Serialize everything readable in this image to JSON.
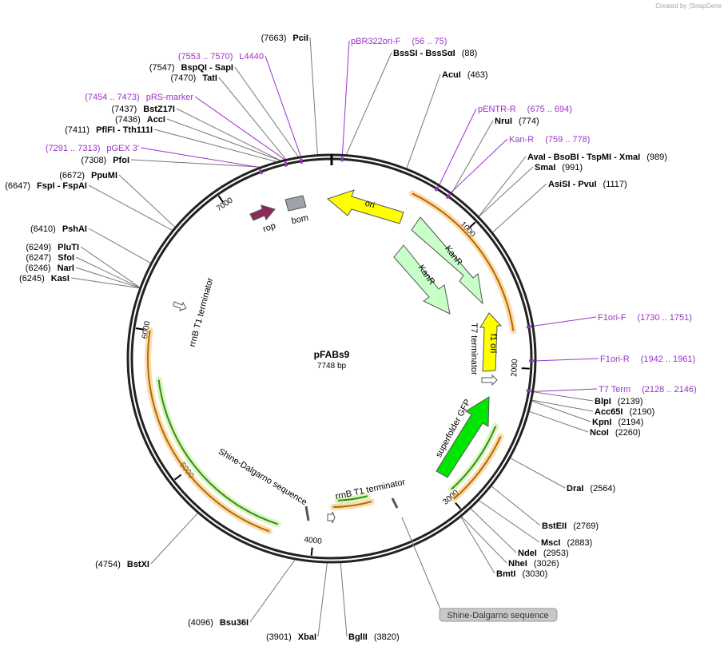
{
  "app": {
    "credit_prefix": "Created by",
    "credit_brand": "SnapGene"
  },
  "plasmid": {
    "name": "pFABs9",
    "size_label": "7748 bp",
    "length": 7748
  },
  "ticks": [
    1000,
    2000,
    3000,
    4000,
    5000,
    6000,
    7000
  ],
  "colors": {
    "backbone": "#222222",
    "primer": "#9b32c8",
    "ori": "#ffff00",
    "kanr": "#c8ffc8",
    "gfp": "#00e600",
    "rop": "#8b2b5c",
    "bom": "#a0a4a8",
    "orange_feature": "#f5a623",
    "green_feature": "#8cd35a"
  },
  "sites": [
    {
      "name": "PciI",
      "pos": "(7663)"
    },
    {
      "name": "BssSI  -  BssSαI",
      "pos": "(88)"
    },
    {
      "name": "AcuI",
      "pos": "(463)"
    },
    {
      "name": "NruI",
      "pos": "(774)"
    },
    {
      "name": "AvaI  -  BsoBI  -  TspMI  -  XmaI",
      "pos": "(989)"
    },
    {
      "name": "SmaI",
      "pos": "(991)"
    },
    {
      "name": "AsiSI  -  PvuI",
      "pos": "(1117)"
    },
    {
      "name": "BlpI",
      "pos": "(2139)"
    },
    {
      "name": "Acc65I",
      "pos": "(2190)"
    },
    {
      "name": "KpnI",
      "pos": "(2194)"
    },
    {
      "name": "NcoI",
      "pos": "(2260)"
    },
    {
      "name": "DraI",
      "pos": "(2564)"
    },
    {
      "name": "BstEII",
      "pos": "(2769)"
    },
    {
      "name": "MscI",
      "pos": "(2883)"
    },
    {
      "name": "NdeI",
      "pos": "(2953)"
    },
    {
      "name": "NheI",
      "pos": "(3026)"
    },
    {
      "name": "BmtI",
      "pos": "(3030)"
    },
    {
      "name": "BglII",
      "pos": "(3820)"
    },
    {
      "name": "XbaI",
      "pos": "(3901)"
    },
    {
      "name": "Bsu36I",
      "pos": "(4096)"
    },
    {
      "name": "BstXI",
      "pos": "(4754)"
    },
    {
      "name": "KasI",
      "pos": "(6245)"
    },
    {
      "name": "NarI",
      "pos": "(6246)"
    },
    {
      "name": "SfoI",
      "pos": "(6247)"
    },
    {
      "name": "PluTI",
      "pos": "(6249)"
    },
    {
      "name": "PshAI",
      "pos": "(6410)"
    },
    {
      "name": "FspI  -  FspAI",
      "pos": "(6647)"
    },
    {
      "name": "PpuMI",
      "pos": "(6672)"
    },
    {
      "name": "PfoI",
      "pos": "(7308)"
    },
    {
      "name": "PflFI  -  Tth111I",
      "pos": "(7411)"
    },
    {
      "name": "AccI",
      "pos": "(7436)"
    },
    {
      "name": "BstZ17I",
      "pos": "(7437)"
    },
    {
      "name": "TatI",
      "pos": "(7470)"
    },
    {
      "name": "BspQI  -  SapI",
      "pos": "(7547)"
    }
  ],
  "primers": [
    {
      "name": "pBR322ori-F",
      "range": "(56 .. 75)"
    },
    {
      "name": "pENTR-R",
      "range": "(675 .. 694)"
    },
    {
      "name": "Kan-R",
      "range": "(759 .. 778)"
    },
    {
      "name": "F1ori-F",
      "range": "(1730 .. 1751)"
    },
    {
      "name": "F1ori-R",
      "range": "(1942 .. 1961)"
    },
    {
      "name": "T7 Term",
      "range": "(2128 .. 2146)"
    },
    {
      "name": "L4440",
      "range": "(7553 .. 7570)"
    },
    {
      "name": "pRS-marker",
      "range": "(7454 .. 7473)"
    },
    {
      "name": "pGEX 3'",
      "range": "(7291 .. 7313)"
    }
  ],
  "features": {
    "ori": "ori",
    "kanr_outer": "KanR",
    "kanr_inner": "KanR",
    "f1_ori": "f1 ori",
    "t7_terminator": "T7 terminator",
    "superfolder_gfp": "superfolder GFP",
    "rrnb_bottom": "rrnB T1 terminator",
    "shine_dalgarno": "Shine-Dalgarno sequence",
    "rrnb_left": "rrnB T1 terminator",
    "rop": "rop",
    "bom": "bom"
  },
  "callout": {
    "label": "Shine-Dalgarno sequence"
  }
}
